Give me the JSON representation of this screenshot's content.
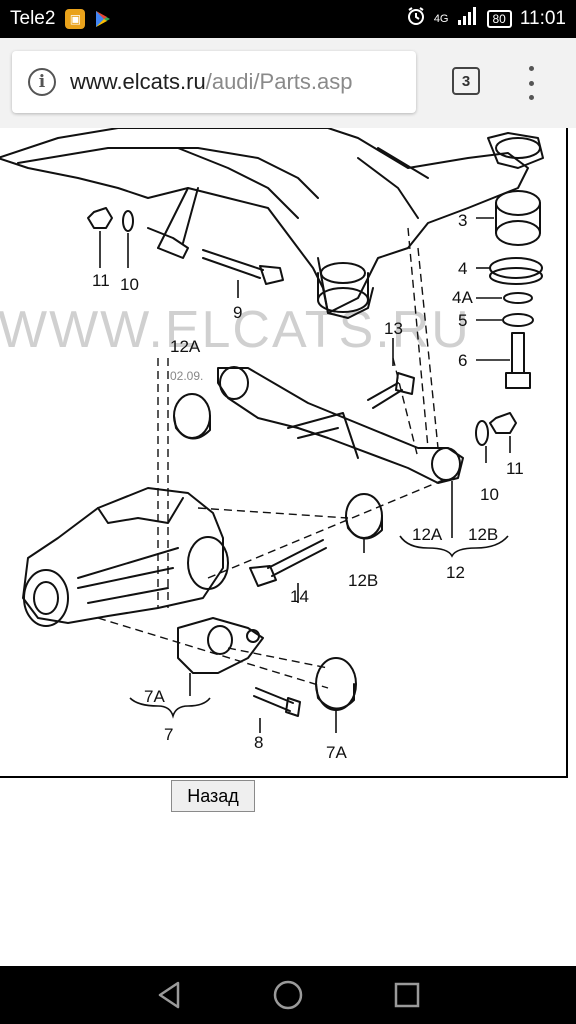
{
  "status_bar": {
    "carrier": "Tele2",
    "network": "4G",
    "battery": "80",
    "time": "11:01"
  },
  "browser": {
    "url_host": "www.elcats.ru",
    "url_path": "/audi/Parts.asp",
    "tab_count": "3"
  },
  "diagram": {
    "watermark": "WWW.ELCATS.RU",
    "date_stamp": "02.09.",
    "labels": {
      "p11a": "11",
      "p10a": "10",
      "p9": "9",
      "p13": "13",
      "p12a_top": "12A",
      "p3": "3",
      "p4": "4",
      "p4a": "4A",
      "p5": "5",
      "p6": "6",
      "p11b": "11",
      "p10b": "10",
      "p12a_brace": "12A",
      "p12b_brace": "12B",
      "p12": "12",
      "p14": "14",
      "p12b": "12B",
      "p7a_brace": "7A",
      "p7": "7",
      "p8": "8",
      "p7a": "7A"
    }
  },
  "page": {
    "back_label": "Назад"
  },
  "colors": {
    "statusbar_bg": "#000000",
    "toolbar_bg": "#f2f2f2",
    "line_art": "#111111"
  }
}
